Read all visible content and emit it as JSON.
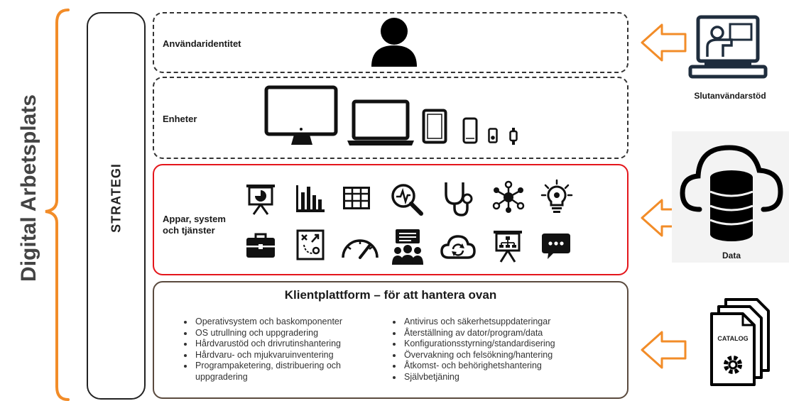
{
  "diagram": {
    "side_title": "Digital Arbetsplats",
    "strategy_label": "STRATEGI",
    "layers": {
      "identity": {
        "label": "Användaridentitet",
        "icon": "user-icon"
      },
      "devices": {
        "label": "Enheter",
        "icons": [
          "desktop-monitor-icon",
          "laptop-icon",
          "tablet-icon",
          "smartphone-icon",
          "media-player-icon",
          "smartwatch-icon"
        ]
      },
      "apps": {
        "label_line1": "Appar, system",
        "label_line2": "och tjänster",
        "icons_row1": [
          "presentation-chart-icon",
          "bar-chart-icon",
          "table-grid-icon",
          "search-analytics-icon",
          "stethoscope-icon",
          "network-icon",
          "lightbulb-icon"
        ],
        "icons_row2": [
          "briefcase-icon",
          "strategy-board-icon",
          "gauge-icon",
          "meeting-icon",
          "cloud-sync-icon",
          "org-chart-board-icon",
          "chat-icon"
        ]
      },
      "client_platform": {
        "title": "Klientplattform  – för att hantera ovan",
        "left_items": [
          "Operativsystem och baskomponenter",
          "OS utrullning och uppgradering",
          "Hårdvarustöd och drivrutinshantering",
          "Hårdvaru- och mjukvaruinventering",
          "Programpaketering, distribuering och uppgradering"
        ],
        "right_items": [
          "Antivirus och säkerhetsuppdateringar",
          "Återställning av dator/program/data",
          "Konfigurationsstyrning/standardisering",
          "Övervakning och felsökning/hantering",
          "Åtkomst- och behörighetshantering",
          "Självbetjäning"
        ]
      }
    },
    "sources": {
      "support": {
        "label": "Slutanvändarstöd",
        "icon": "laptop-presenter-icon"
      },
      "data": {
        "label": "Data",
        "icon": "cloud-database-icon"
      },
      "catalog": {
        "label": "CATALOG",
        "icon": "catalog-documents-icon"
      }
    },
    "colors": {
      "orange": "#f28c28",
      "red": "#e4161b",
      "dark": "#1a1a1a",
      "grey_text": "#444444"
    }
  }
}
